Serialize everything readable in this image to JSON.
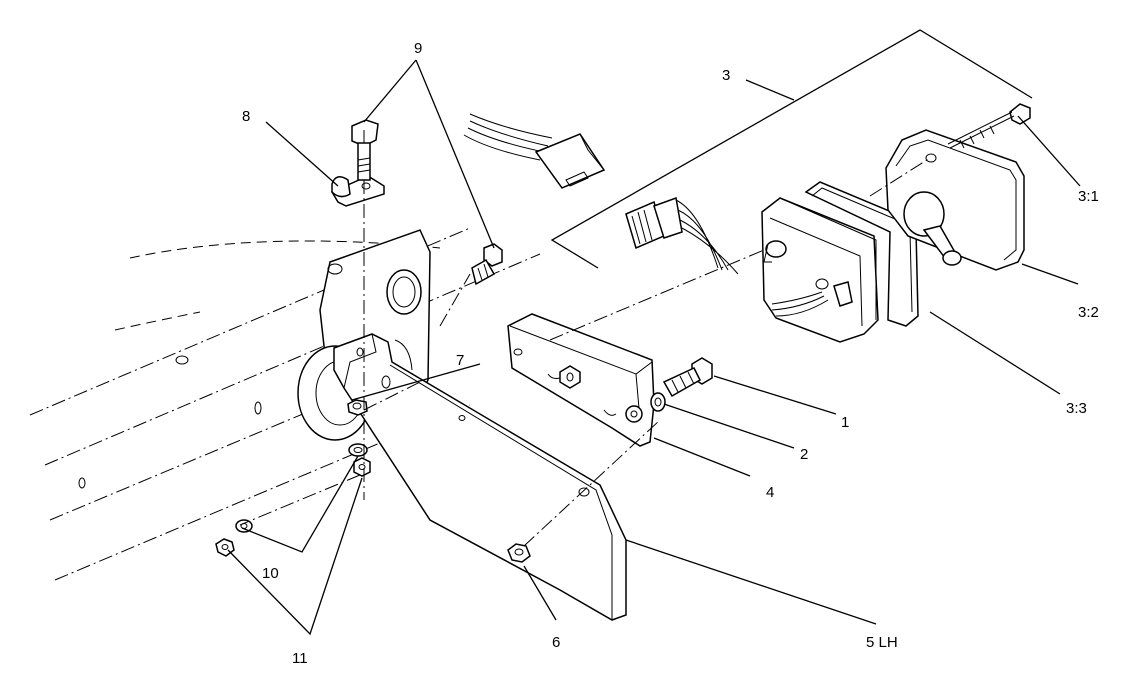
{
  "callouts": [
    {
      "id": "c1",
      "label": "1"
    },
    {
      "id": "c2",
      "label": "2"
    },
    {
      "id": "c3",
      "label": "3"
    },
    {
      "id": "c3-1",
      "label": "3:1"
    },
    {
      "id": "c3-2",
      "label": "3:2"
    },
    {
      "id": "c3-3",
      "label": "3:3"
    },
    {
      "id": "c4",
      "label": "4"
    },
    {
      "id": "c5",
      "label": "5 LH"
    },
    {
      "id": "c6",
      "label": "6"
    },
    {
      "id": "c7",
      "label": "7"
    },
    {
      "id": "c8",
      "label": "8"
    },
    {
      "id": "c9",
      "label": "9"
    },
    {
      "id": "c10",
      "label": "10"
    },
    {
      "id": "c11",
      "label": "11"
    }
  ]
}
